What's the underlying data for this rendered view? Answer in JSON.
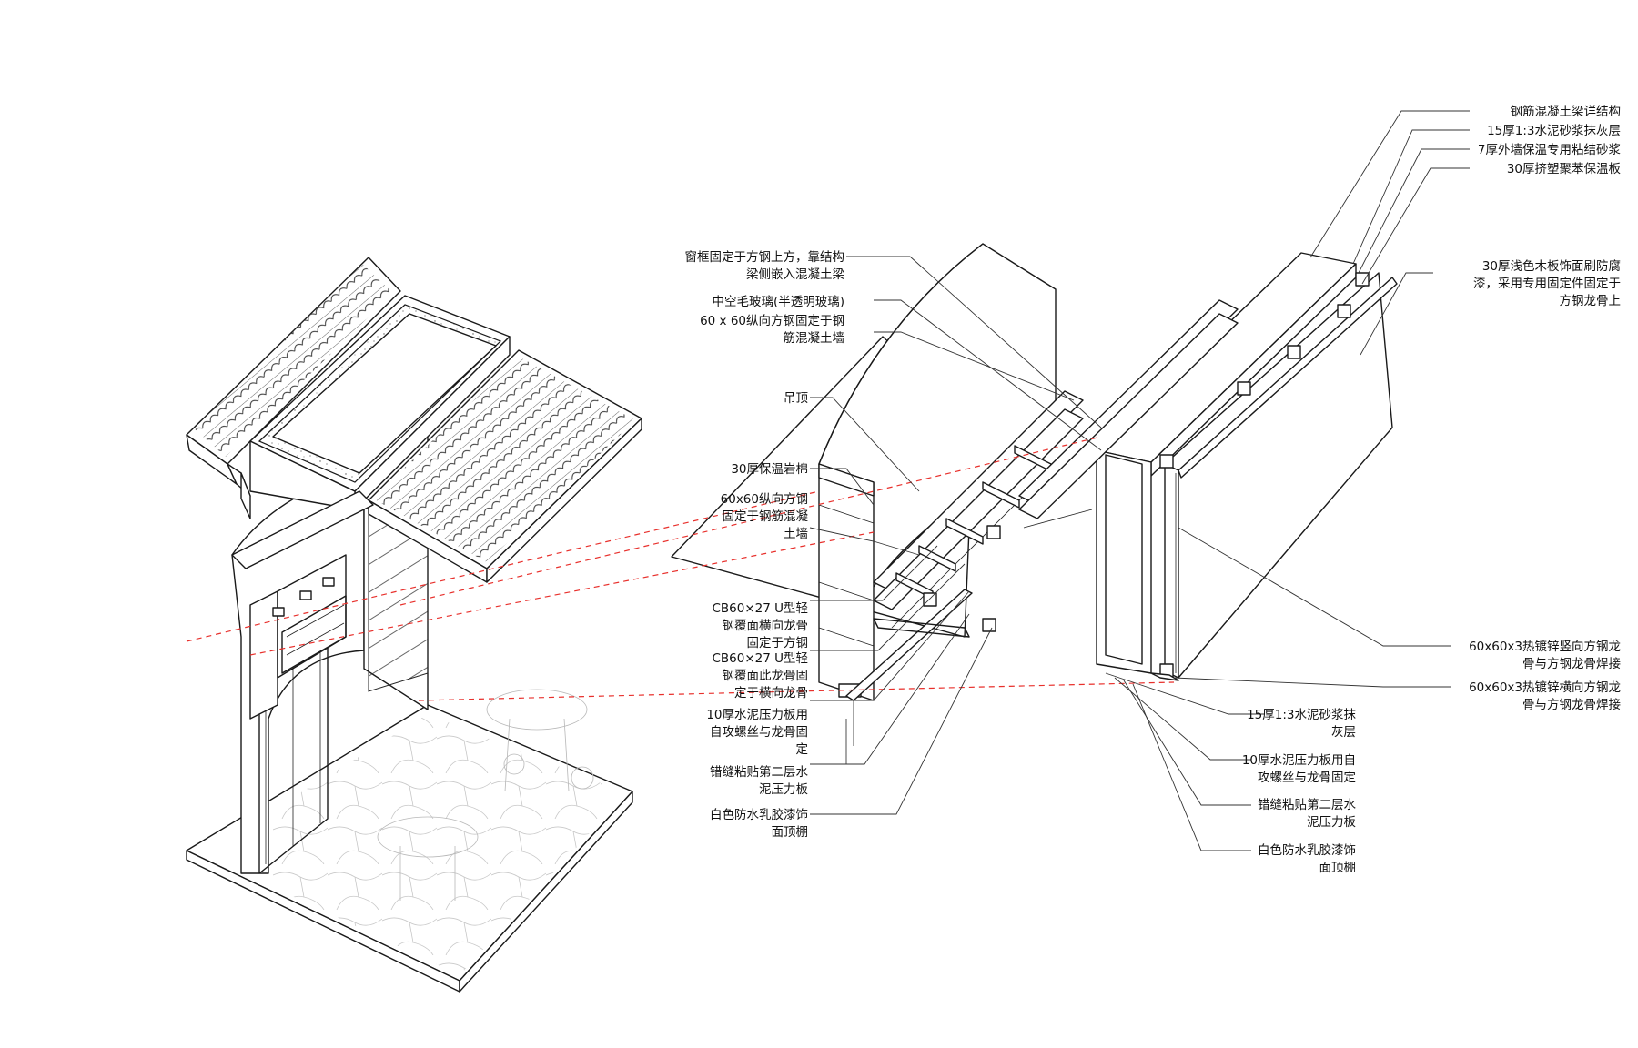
{
  "colors": {
    "line": "#1a1a1a",
    "leader": "#333333",
    "projection": "#e8302c",
    "background": "#ffffff"
  },
  "labels_middle": [
    [
      "窗框固定于方钢上方，靠结构",
      "梁侧嵌入混凝土梁"
    ],
    [
      "中空毛玻璃(半透明玻璃)"
    ],
    [
      "60 x 60纵向方钢固定于钢",
      "筋混凝土墙"
    ],
    [
      "吊顶"
    ],
    [
      "30厚保温岩棉"
    ],
    [
      "60x60纵向方钢",
      "固定于钢筋混凝",
      "土墙"
    ],
    [
      "CB60×27  U型轻",
      "钢覆面横向龙骨",
      "固定于方钢"
    ],
    [
      "CB60×27  U型轻",
      "钢覆面此龙骨固",
      "定于横向龙骨"
    ],
    [
      "10厚水泥压力板用",
      "自攻螺丝与龙骨固",
      "定"
    ],
    [
      "错缝粘贴第二层水",
      "泥压力板"
    ],
    [
      "白色防水乳胶漆饰",
      "面顶棚"
    ]
  ],
  "labels_right_top": [
    [
      "钢筋混凝土梁详结构"
    ],
    [
      "15厚1:3水泥砂浆抹灰层"
    ],
    [
      "7厚外墙保温专用粘结砂浆"
    ],
    [
      "30厚挤塑聚苯保温板"
    ]
  ],
  "labels_right_wood": [
    [
      "30厚浅色木板饰面刷防腐",
      "漆，采用专用固定件固定于",
      "方钢龙骨上"
    ]
  ],
  "labels_right_steel": [
    [
      "60x60x3热镀锌竖向方钢龙",
      "骨与方钢龙骨焊接"
    ],
    [
      "60x60x3热镀锌横向方钢龙",
      "骨与方钢龙骨焊接"
    ]
  ],
  "labels_right_bottom": [
    [
      "15厚1:3水泥砂浆抹",
      "灰层"
    ],
    [
      "10厚水泥压力板用自",
      "攻螺丝与龙骨固定"
    ],
    [
      "错缝粘贴第二层水",
      "泥压力板"
    ],
    [
      "白色防水乳胶漆饰",
      "面顶棚"
    ]
  ]
}
